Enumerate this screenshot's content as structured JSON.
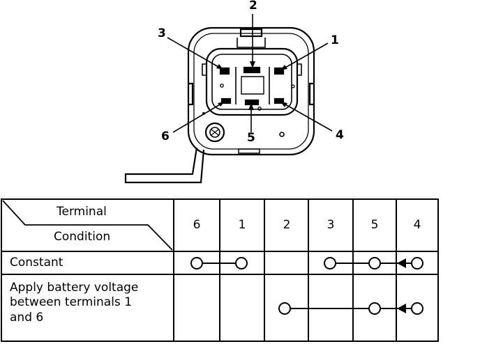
{
  "connector": {
    "terminal_labels": [
      "2",
      "3",
      "1",
      "6",
      "5",
      "4"
    ]
  },
  "table": {
    "header_top": "Terminal",
    "header_bottom": "Condition",
    "columns": [
      "6",
      "1",
      "2",
      "3",
      "5",
      "4"
    ],
    "rows": [
      {
        "condition": "Constant"
      },
      {
        "condition_lines": [
          "Apply battery voltage",
          "between terminals 1",
          "and 6"
        ]
      }
    ]
  }
}
